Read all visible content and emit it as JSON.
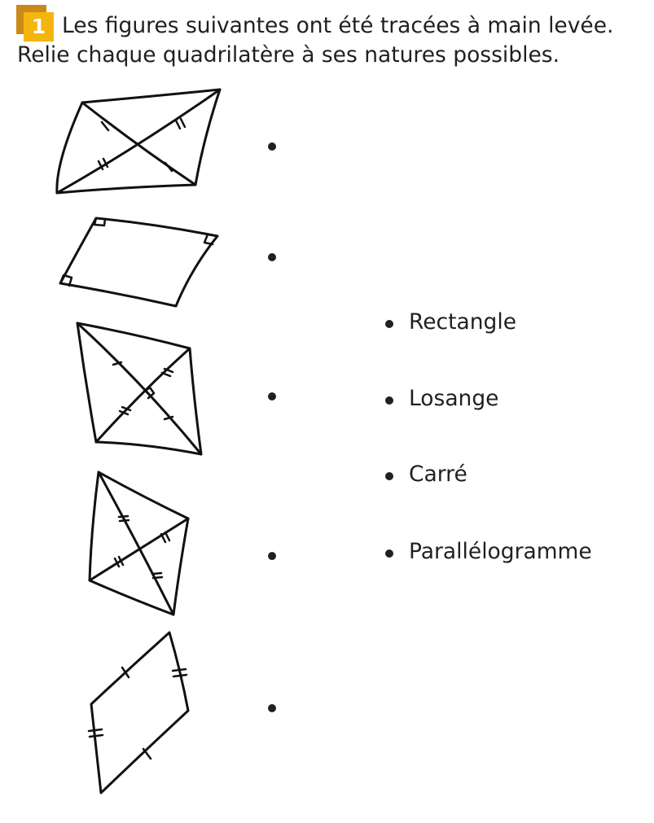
{
  "exercise": {
    "number": "1",
    "instruction_line1": "Les figures suivantes ont été tracées à main levée.",
    "instruction_line2": "Relie chaque quadrilatère à ses natures possibles."
  },
  "options": [
    "Rectangle",
    "Losange",
    "Carré",
    "Parallélogramme"
  ],
  "colors": {
    "badge_back": "#c98a1a",
    "badge_front": "#f5b50f",
    "ink": "#231f20"
  }
}
